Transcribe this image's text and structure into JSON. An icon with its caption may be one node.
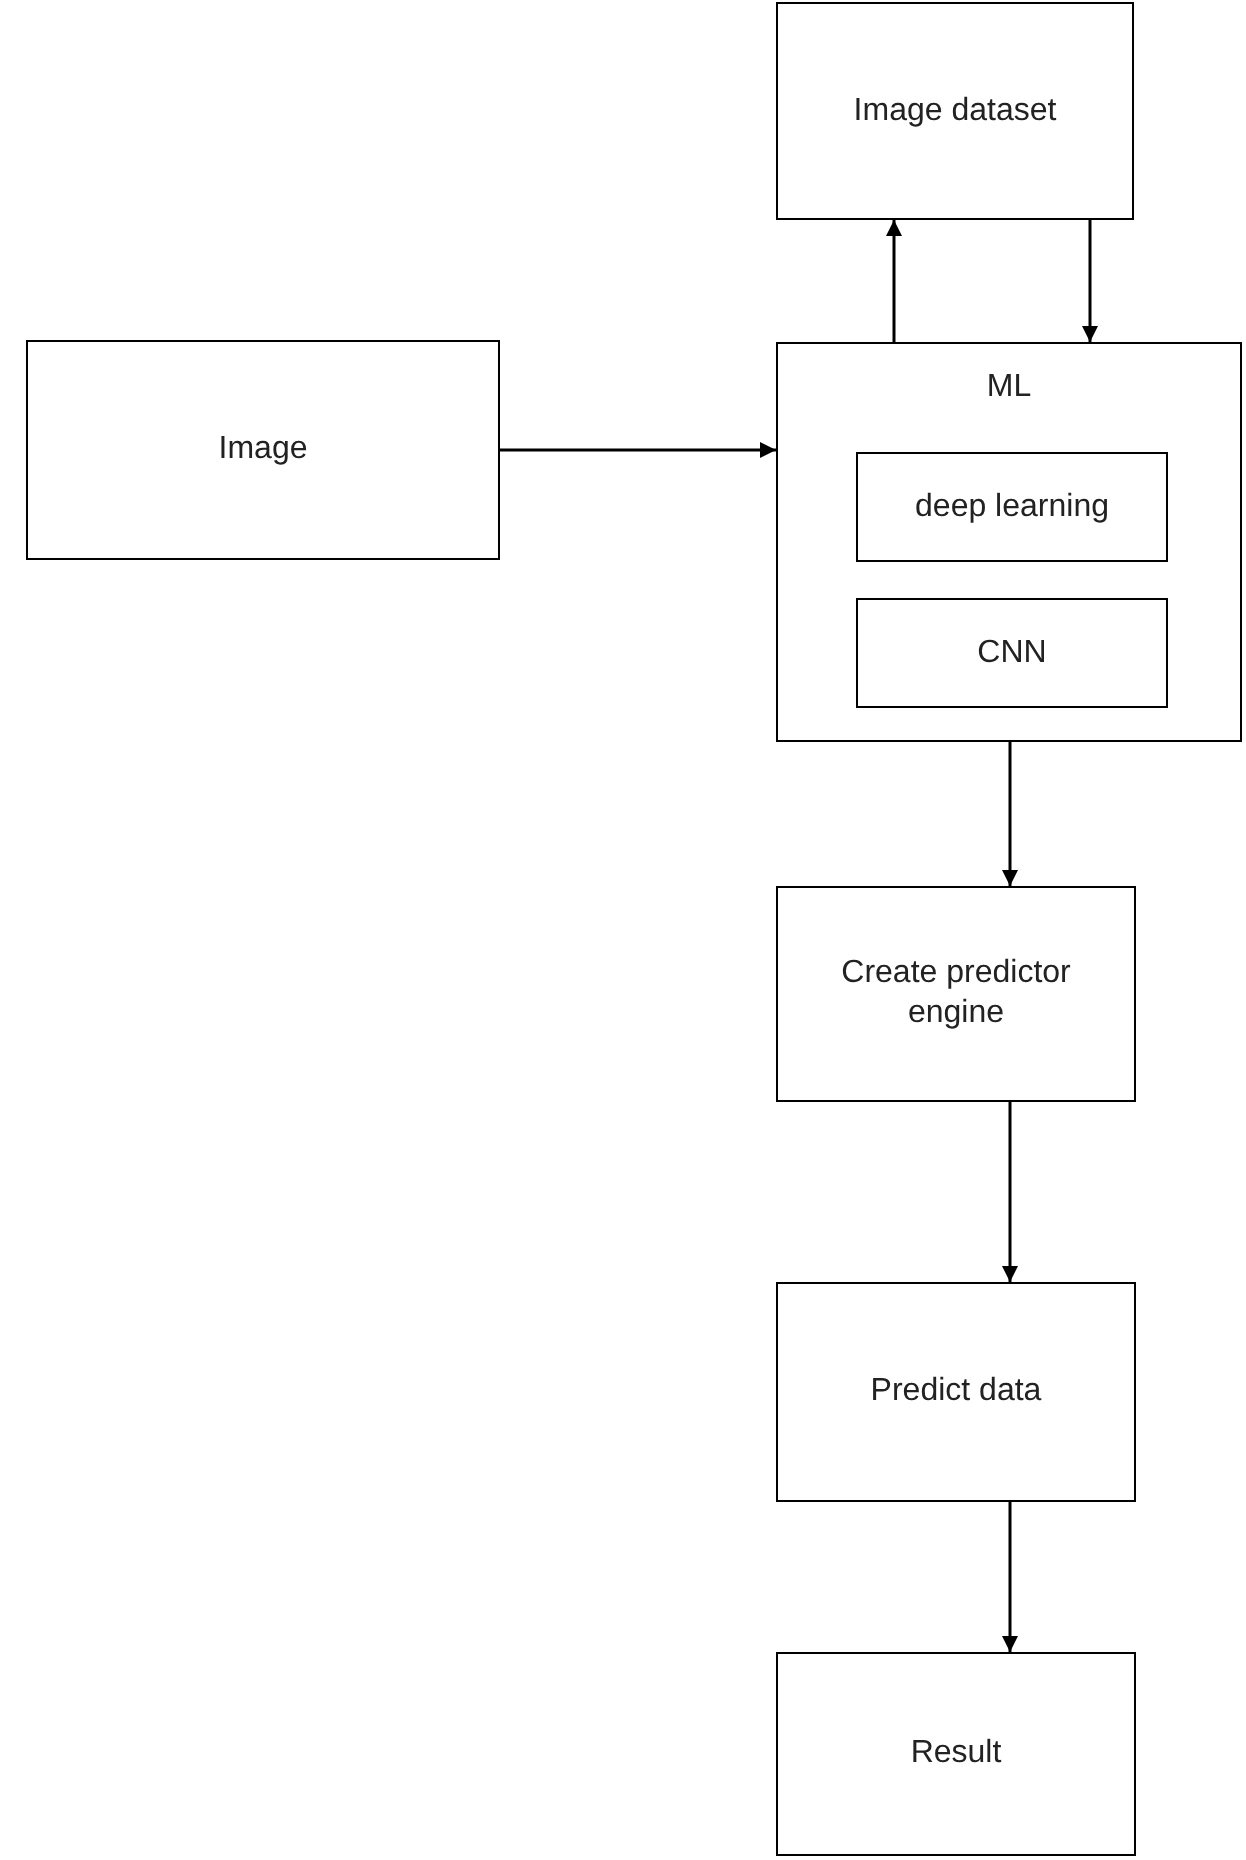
{
  "diagram": {
    "nodes": [
      {
        "text": [
          "Image dataset"
        ]
      },
      {
        "text": [
          "Image"
        ]
      },
      {
        "text": [
          "ML"
        ]
      },
      {
        "text": [
          "deep learning"
        ],
        "in": 2
      },
      {
        "text": [
          "CNN"
        ],
        "in": 2
      },
      {
        "text": [
          "Create predictor engine"
        ]
      },
      {
        "text": [
          "Predict data"
        ]
      },
      {
        "text": [
          "Result"
        ]
      }
    ],
    "edges": [
      {
        "from": 1,
        "to": 2,
        "arrow": "to"
      },
      {
        "from": 2,
        "to": 0,
        "arrow": "to"
      },
      {
        "from": 0,
        "to": 2,
        "arrow": "to"
      },
      {
        "from": 2,
        "to": 5,
        "arrow": "to"
      },
      {
        "from": 5,
        "to": 6,
        "arrow": "to"
      },
      {
        "from": 6,
        "to": 7,
        "arrow": "to"
      }
    ]
  }
}
